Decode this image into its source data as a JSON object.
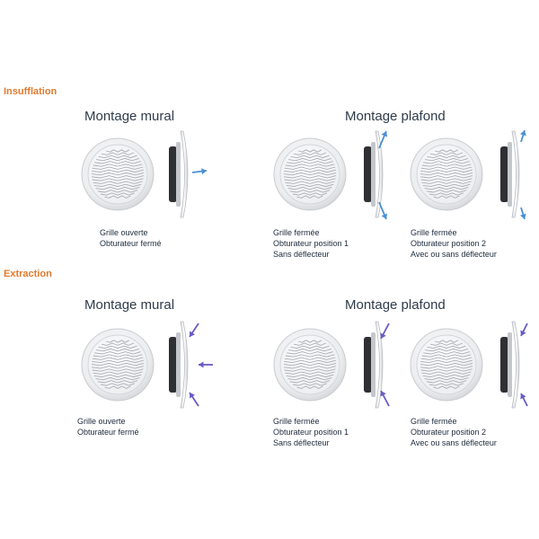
{
  "insufflation": {
    "title": "Insufflation",
    "wall": {
      "title": "Montage mural",
      "caption": [
        "Grille ouverte",
        "Obturateur fermé"
      ]
    },
    "ceiling": {
      "title": "Montage plafond",
      "pos1_caption": [
        "Grille fermée",
        "Obturateur position 1",
        "Sans déflecteur"
      ],
      "pos2_caption": [
        "Grille fermée",
        "Obturateur position 2",
        "Avec ou sans déflecteur"
      ]
    },
    "arrow_color": "#4b8fd6"
  },
  "extraction": {
    "title": "Extraction",
    "wall": {
      "title": "Montage mural",
      "caption": [
        "Grille ouverte",
        "Obturateur fermé"
      ]
    },
    "ceiling": {
      "title": "Montage plafond",
      "pos1_caption": [
        "Grille fermée",
        "Obturateur position 1",
        "Sans déflecteur"
      ],
      "pos2_caption": [
        "Grille fermée",
        "Obturateur position 2",
        "Avec ou sans déflecteur"
      ]
    },
    "arrow_color": "#6a5bc4"
  },
  "colors": {
    "section_title": "#e07a2e",
    "text": "#1d2a3b"
  }
}
